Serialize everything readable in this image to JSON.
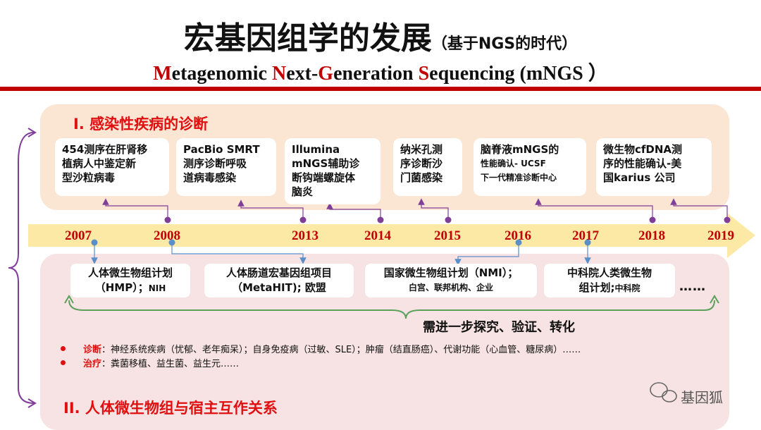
{
  "title": {
    "main": "宏基因组学的发展",
    "sub": "（基于NGS的时代）",
    "en_parts": [
      "M",
      "etagenomic ",
      "N",
      "ext-",
      "G",
      "eneration ",
      "S",
      "equencing (mNGS ）"
    ]
  },
  "section1": {
    "label": "I. 感染性疾病的诊断"
  },
  "section2": {
    "label": "II. 人体微生物组与宿主互作关系"
  },
  "years": [
    "2007",
    "2008",
    "2013",
    "2014",
    "2015",
    "2016",
    "2017",
    "2018",
    "2019"
  ],
  "top_boxes": [
    {
      "lines": [
        "454测序在肝肾移",
        "植病人中鉴定新",
        "型沙粒病毒"
      ]
    },
    {
      "lines": [
        "PacBio SMRT",
        "测序诊断呼吸",
        "道病毒感染"
      ]
    },
    {
      "lines": [
        "Illumina",
        "mNGS辅助诊",
        "断钩端螺旋体",
        "脑炎"
      ]
    },
    {
      "lines": [
        "纳米孔测",
        "序诊断沙",
        "门菌感染"
      ]
    },
    {
      "lines": [
        "脑脊液mNGS的",
        "性能确认- UCSF",
        "下一代精准诊断中心"
      ]
    },
    {
      "lines": [
        "微生物cfDNA测",
        "序的性能确认-美",
        "国karius 公司"
      ]
    }
  ],
  "bottom_boxes": [
    {
      "line1": "人体微生物组计划",
      "line2": "（HMP）；",
      "line2_small": "NIH"
    },
    {
      "line1": "人体肠道宏基因组项目",
      "line2": "（MetaHIT); 欧盟",
      "line2_small": ""
    },
    {
      "line1": "国家微生物组计划（NMI）；",
      "line2": "",
      "line2_small": "白宫、联邦机构、企业"
    },
    {
      "line1": "中科院人类微生物",
      "line2": "组计划;",
      "line2_small": "中科院"
    }
  ],
  "ellipsis": "……",
  "need_text": "需进一步探究、验证、转化",
  "bullets": [
    {
      "key": "诊断",
      "text": "：神经系统疾病（忧郁、老年痴呆）；自身免疫病（过敏、SLE）；肿瘤（结直肠癌）、代谢功能（心血管、糖尿病）……"
    },
    {
      "key": "治疗",
      "text": "：粪菌移植、益生菌、益生元……"
    }
  ],
  "watermark": "基因狐",
  "colors": {
    "accent_red": "#c00000",
    "arrow_yellow": "#fde9a6",
    "connector_purple": "#7f3f98",
    "connector_blue": "#5b8fc9",
    "brace_green": "#5aa05a"
  }
}
